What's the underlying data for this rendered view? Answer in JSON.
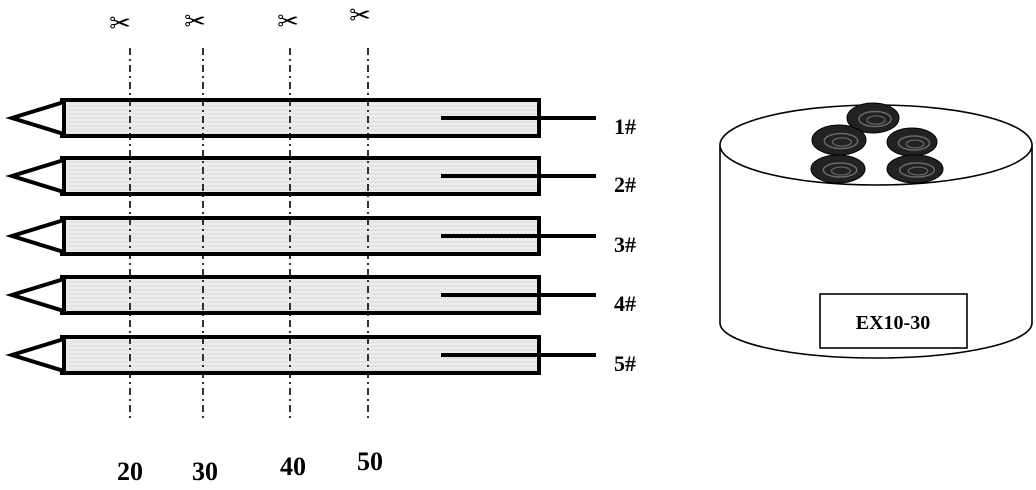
{
  "diagram": {
    "scissor_glyph": "✂",
    "cut_positions": [
      "20",
      "30",
      "40",
      "50"
    ],
    "samples": [
      {
        "label": "1#"
      },
      {
        "label": "2#"
      },
      {
        "label": "3#"
      },
      {
        "label": "4#"
      },
      {
        "label": "5#"
      }
    ],
    "container_label": "EX10-30",
    "container_items_count": 5
  },
  "colors": {
    "stroke": "#000000",
    "strip_fill": "#e6e6e6",
    "disc_fill": "#222222",
    "disc_highlight": "#6a6a6a",
    "background": "#ffffff"
  }
}
